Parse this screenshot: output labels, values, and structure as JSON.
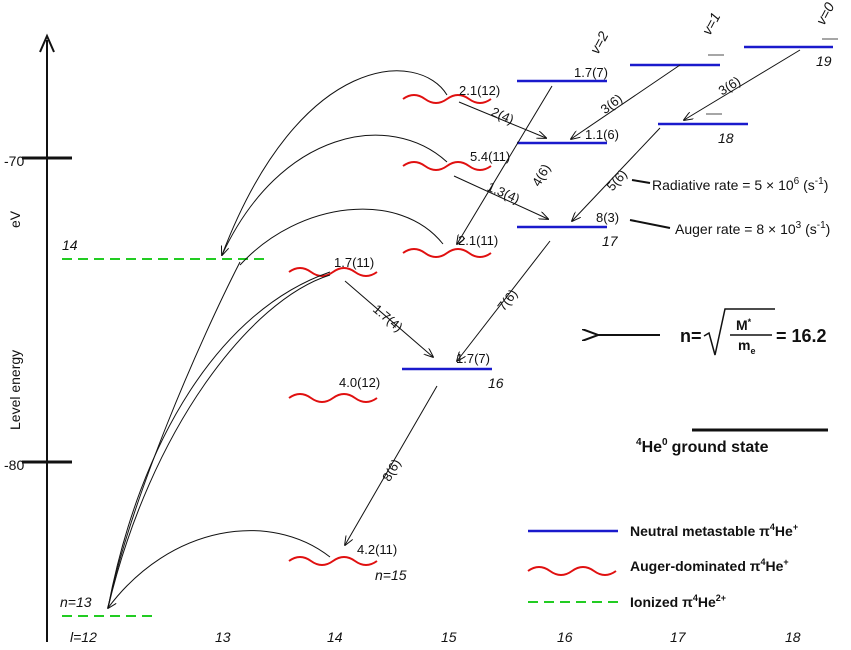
{
  "axis": {
    "unit": "eV",
    "label": "Level  energy",
    "ticks": [
      "-70",
      "-80"
    ],
    "x_labels": [
      "l=12",
      "13",
      "14",
      "15",
      "16",
      "17",
      "18"
    ]
  },
  "levels": {
    "metastable": [
      {
        "label": "19",
        "rate": ""
      },
      {
        "label": "",
        "rate": "1.7(7)"
      },
      {
        "label": "18",
        "rate": "1.1(6)"
      },
      {
        "label": "17",
        "rate": "8(3)"
      },
      {
        "label": "16",
        "rate": "1.7(7)"
      },
      {
        "label": "",
        "rate": ""
      }
    ],
    "auger": [
      {
        "rate": "2.1(12)"
      },
      {
        "rate": "5.4(11)"
      },
      {
        "rate": "2.1(11)"
      },
      {
        "rate": "1.7(11)"
      },
      {
        "rate": "4.0(12)"
      },
      {
        "rate": "4.2(11)",
        "label": "n=15"
      }
    ],
    "ionized": [
      {
        "label": "14"
      },
      {
        "label": "n=13"
      }
    ]
  },
  "vibrational": [
    "v=2",
    "v=1",
    "v=0"
  ],
  "transitions": [
    "3(6)",
    "3(6)",
    "2(4)",
    "4(6)",
    "1.3(4)",
    "5(6)",
    "1.7(4)",
    "7(6)",
    "8(6)"
  ],
  "annotations": {
    "radiative": "Radiative rate = 5 × 10",
    "radiative_exp": "6",
    "radiative_unit": " (s",
    "radiative_unit_exp": "-1",
    "radiative_close": ")",
    "auger": "Auger rate = 8 × 10",
    "auger_exp": "3",
    "auger_unit": " (s",
    "auger_unit_exp": "-1",
    "auger_close": ")",
    "formula_lhs": "n=",
    "formula_num": "M",
    "formula_num_sup": "*",
    "formula_den": "m",
    "formula_den_sub": "e",
    "formula_rhs": "= 16.2",
    "ground_state_sup": "4",
    "ground_state_he": "He",
    "ground_state_charge": "0",
    "ground_state_label": "ground state"
  },
  "legend": [
    {
      "label": "Neutral metastable π",
      "sup_mass": "4",
      "species": "He",
      "charge": "+",
      "color": "#1a1acc"
    },
    {
      "label": "Auger-dominated π",
      "sup_mass": "4",
      "species": "He",
      "charge": "+",
      "color": "#e01010"
    },
    {
      "label": "Ionized π",
      "sup_mass": "4",
      "species": "He",
      "charge": "2+",
      "color": "#22cc22"
    }
  ]
}
